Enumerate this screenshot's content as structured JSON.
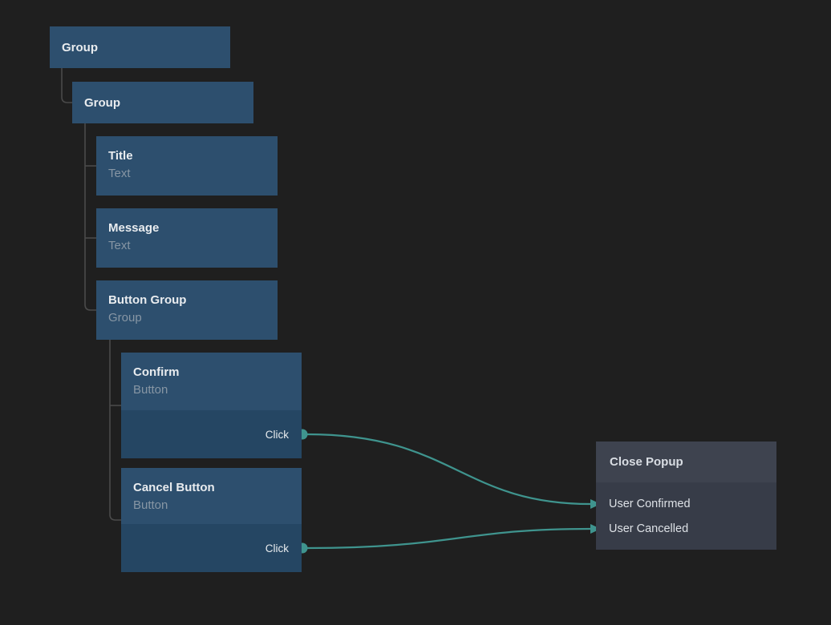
{
  "colors": {
    "background": "#1f1f1f",
    "element_node_header": "#2d4f6e",
    "element_node_body": "#254663",
    "action_node_header": "#3e434f",
    "action_node_body": "#373c48",
    "wire": "#3f948e",
    "tree_line": "#4a4a4a",
    "title_text": "#e9ecef",
    "subtitle_text": "#8796a4",
    "action_title_text": "#d9dde3",
    "input_text": "#dde1e6"
  },
  "nodes": [
    {
      "title": "Group",
      "type": "group"
    },
    {
      "title": "Group",
      "type": "group"
    },
    {
      "title": "Title",
      "subtitle": "Text"
    },
    {
      "title": "Message",
      "subtitle": "Text"
    },
    {
      "title": "Button Group",
      "subtitle": "Group"
    },
    {
      "title": "Confirm",
      "subtitle": "Button",
      "output": "Click"
    },
    {
      "title": "Cancel Button",
      "subtitle": "Button",
      "output": "Click"
    }
  ],
  "action_node": {
    "title": "Close Popup",
    "inputs": [
      "User Confirmed",
      "User Cancelled"
    ]
  },
  "connections": [
    {
      "from": "Confirm / Click",
      "to": "Close Popup / User Confirmed"
    },
    {
      "from": "Cancel Button / Click",
      "to": "Close Popup / User Cancelled"
    }
  ]
}
